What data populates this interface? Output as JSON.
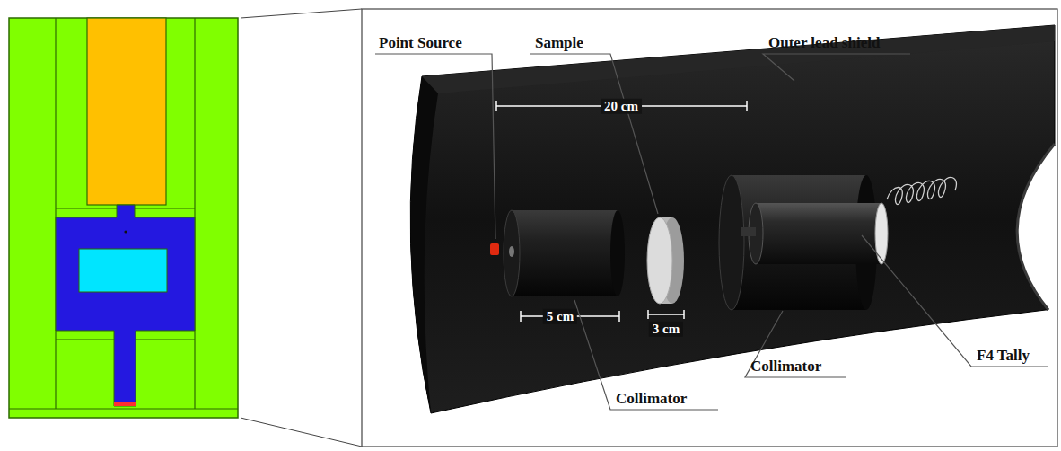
{
  "diagram": {
    "labels": [
      "Point Source",
      "Sample",
      "Outer lead shield",
      "20 cm",
      "5 cm",
      "3 cm",
      "Collimator",
      "Collimator",
      "F4 Tally"
    ]
  }
}
